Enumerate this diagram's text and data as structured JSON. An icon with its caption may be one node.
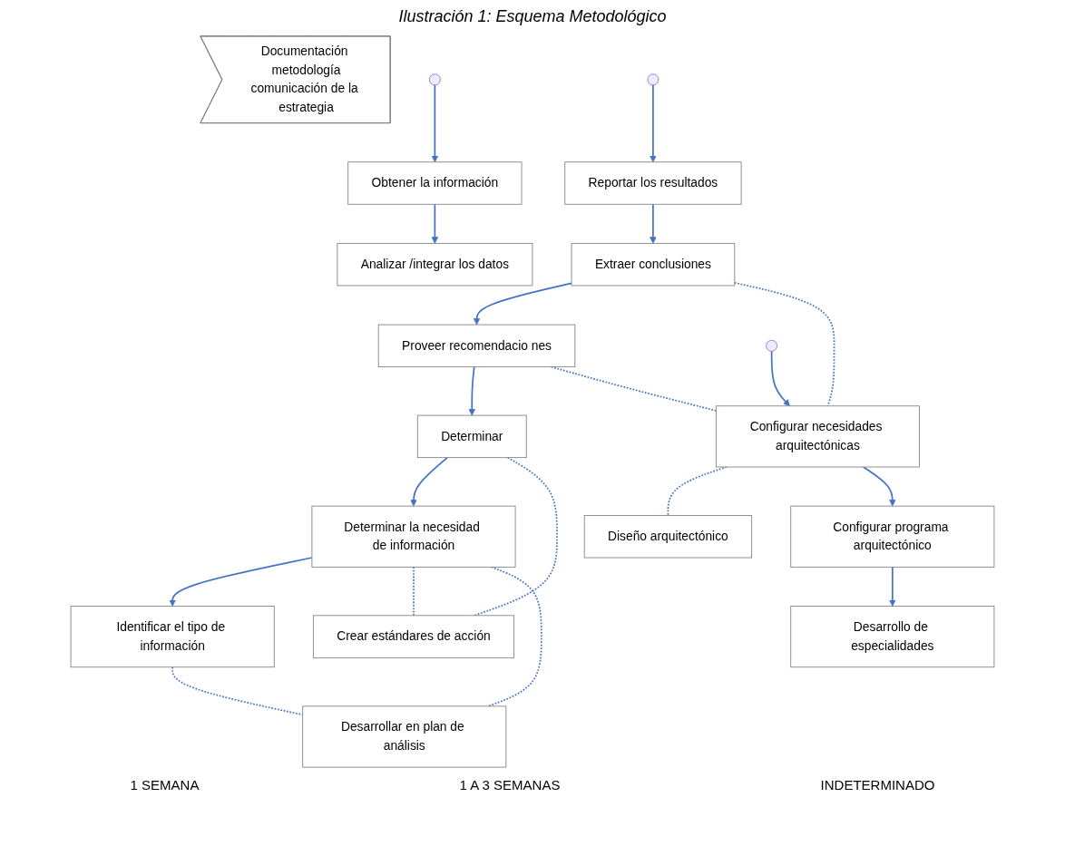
{
  "diagram": {
    "title": "Ilustración 1: Esquema Metodológico",
    "nodes": [
      {
        "text": [
          "Determinar"
        ]
      },
      {
        "text": [
          "Crear estándares de acción"
        ]
      },
      {
        "text": [
          "Determinar la necesidad de información"
        ]
      },
      {
        "text": [
          "Desarrollar en plan de análisis"
        ]
      },
      {
        "text": [
          "Identificar el tipo de información"
        ]
      },
      {
        "text": [
          "Obtener la información"
        ]
      },
      {
        "text": [
          "Analizar /integrar los datos"
        ]
      },
      {
        "text": [
          "Proveer recomendacio nes"
        ]
      },
      {
        "text": [
          "Extraer conclusiones"
        ]
      },
      {
        "text": [
          "Reportar los resultados"
        ]
      },
      {
        "text": [
          "Configurar necesidades arquitectónicas"
        ]
      },
      {
        "text": [
          "Configurar programa arquitectónico"
        ]
      },
      {
        "text": [
          "Desarrollo de especialidades"
        ]
      },
      {
        "text": [
          "Diseño arquitectónico"
        ]
      },
      {
        "text": [
          "Documentación metodología",
          "comunicación de la estrategia"
        ]
      }
    ],
    "edges": [
      {
        "from": 0,
        "to": 2,
        "arrow": "to"
      },
      {
        "from": 2,
        "to": 4,
        "arrow": "to"
      },
      {
        "from": 0,
        "to": 1,
        "arrow": "none",
        "style": "dashed"
      },
      {
        "from": 2,
        "to": 1,
        "arrow": "none",
        "style": "dashed"
      },
      {
        "from": 2,
        "to": 3,
        "arrow": "none",
        "style": "dashed"
      },
      {
        "from": 4,
        "to": 3,
        "arrow": "none",
        "style": "dashed"
      },
      {
        "from": null,
        "to": 5,
        "arrow": "to"
      },
      {
        "from": 5,
        "to": 6,
        "arrow": "to"
      },
      {
        "from": null,
        "to": 9,
        "arrow": "to"
      },
      {
        "from": 9,
        "to": 8,
        "arrow": "to"
      },
      {
        "from": 8,
        "to": 7,
        "arrow": "to"
      },
      {
        "from": 7,
        "to": 0,
        "arrow": "to"
      },
      {
        "from": null,
        "to": 10,
        "arrow": "to"
      },
      {
        "from": 7,
        "to": 10,
        "arrow": "none",
        "style": "dashed"
      },
      {
        "from": 10,
        "to": 13,
        "arrow": "none",
        "style": "dashed"
      },
      {
        "from": 8,
        "to": 10,
        "arrow": "none",
        "style": "dashed"
      },
      {
        "from": 10,
        "to": 11,
        "arrow": "to"
      },
      {
        "from": 11,
        "to": 12,
        "arrow": "to"
      }
    ],
    "labels": [
      "1 SEMANA",
      "1 A 3 SEMANAS",
      "INDETERMINADO"
    ]
  }
}
